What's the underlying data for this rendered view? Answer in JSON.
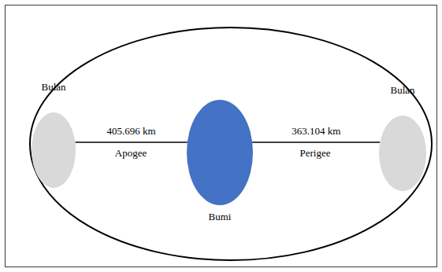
{
  "diagram": {
    "nodes": [
      {
        "text": [
          "Bulan"
        ]
      },
      {
        "text": [
          "Bumi"
        ]
      },
      {
        "text": [
          "Bulan"
        ]
      }
    ],
    "edges": [
      {
        "from": 0,
        "to": 1,
        "arrow": "none",
        "label": "405.696 km"
      },
      {
        "from": 1,
        "to": 2,
        "arrow": "none",
        "label": "363.104 km"
      }
    ],
    "labels": [
      "Apogee",
      "Perigee"
    ]
  }
}
